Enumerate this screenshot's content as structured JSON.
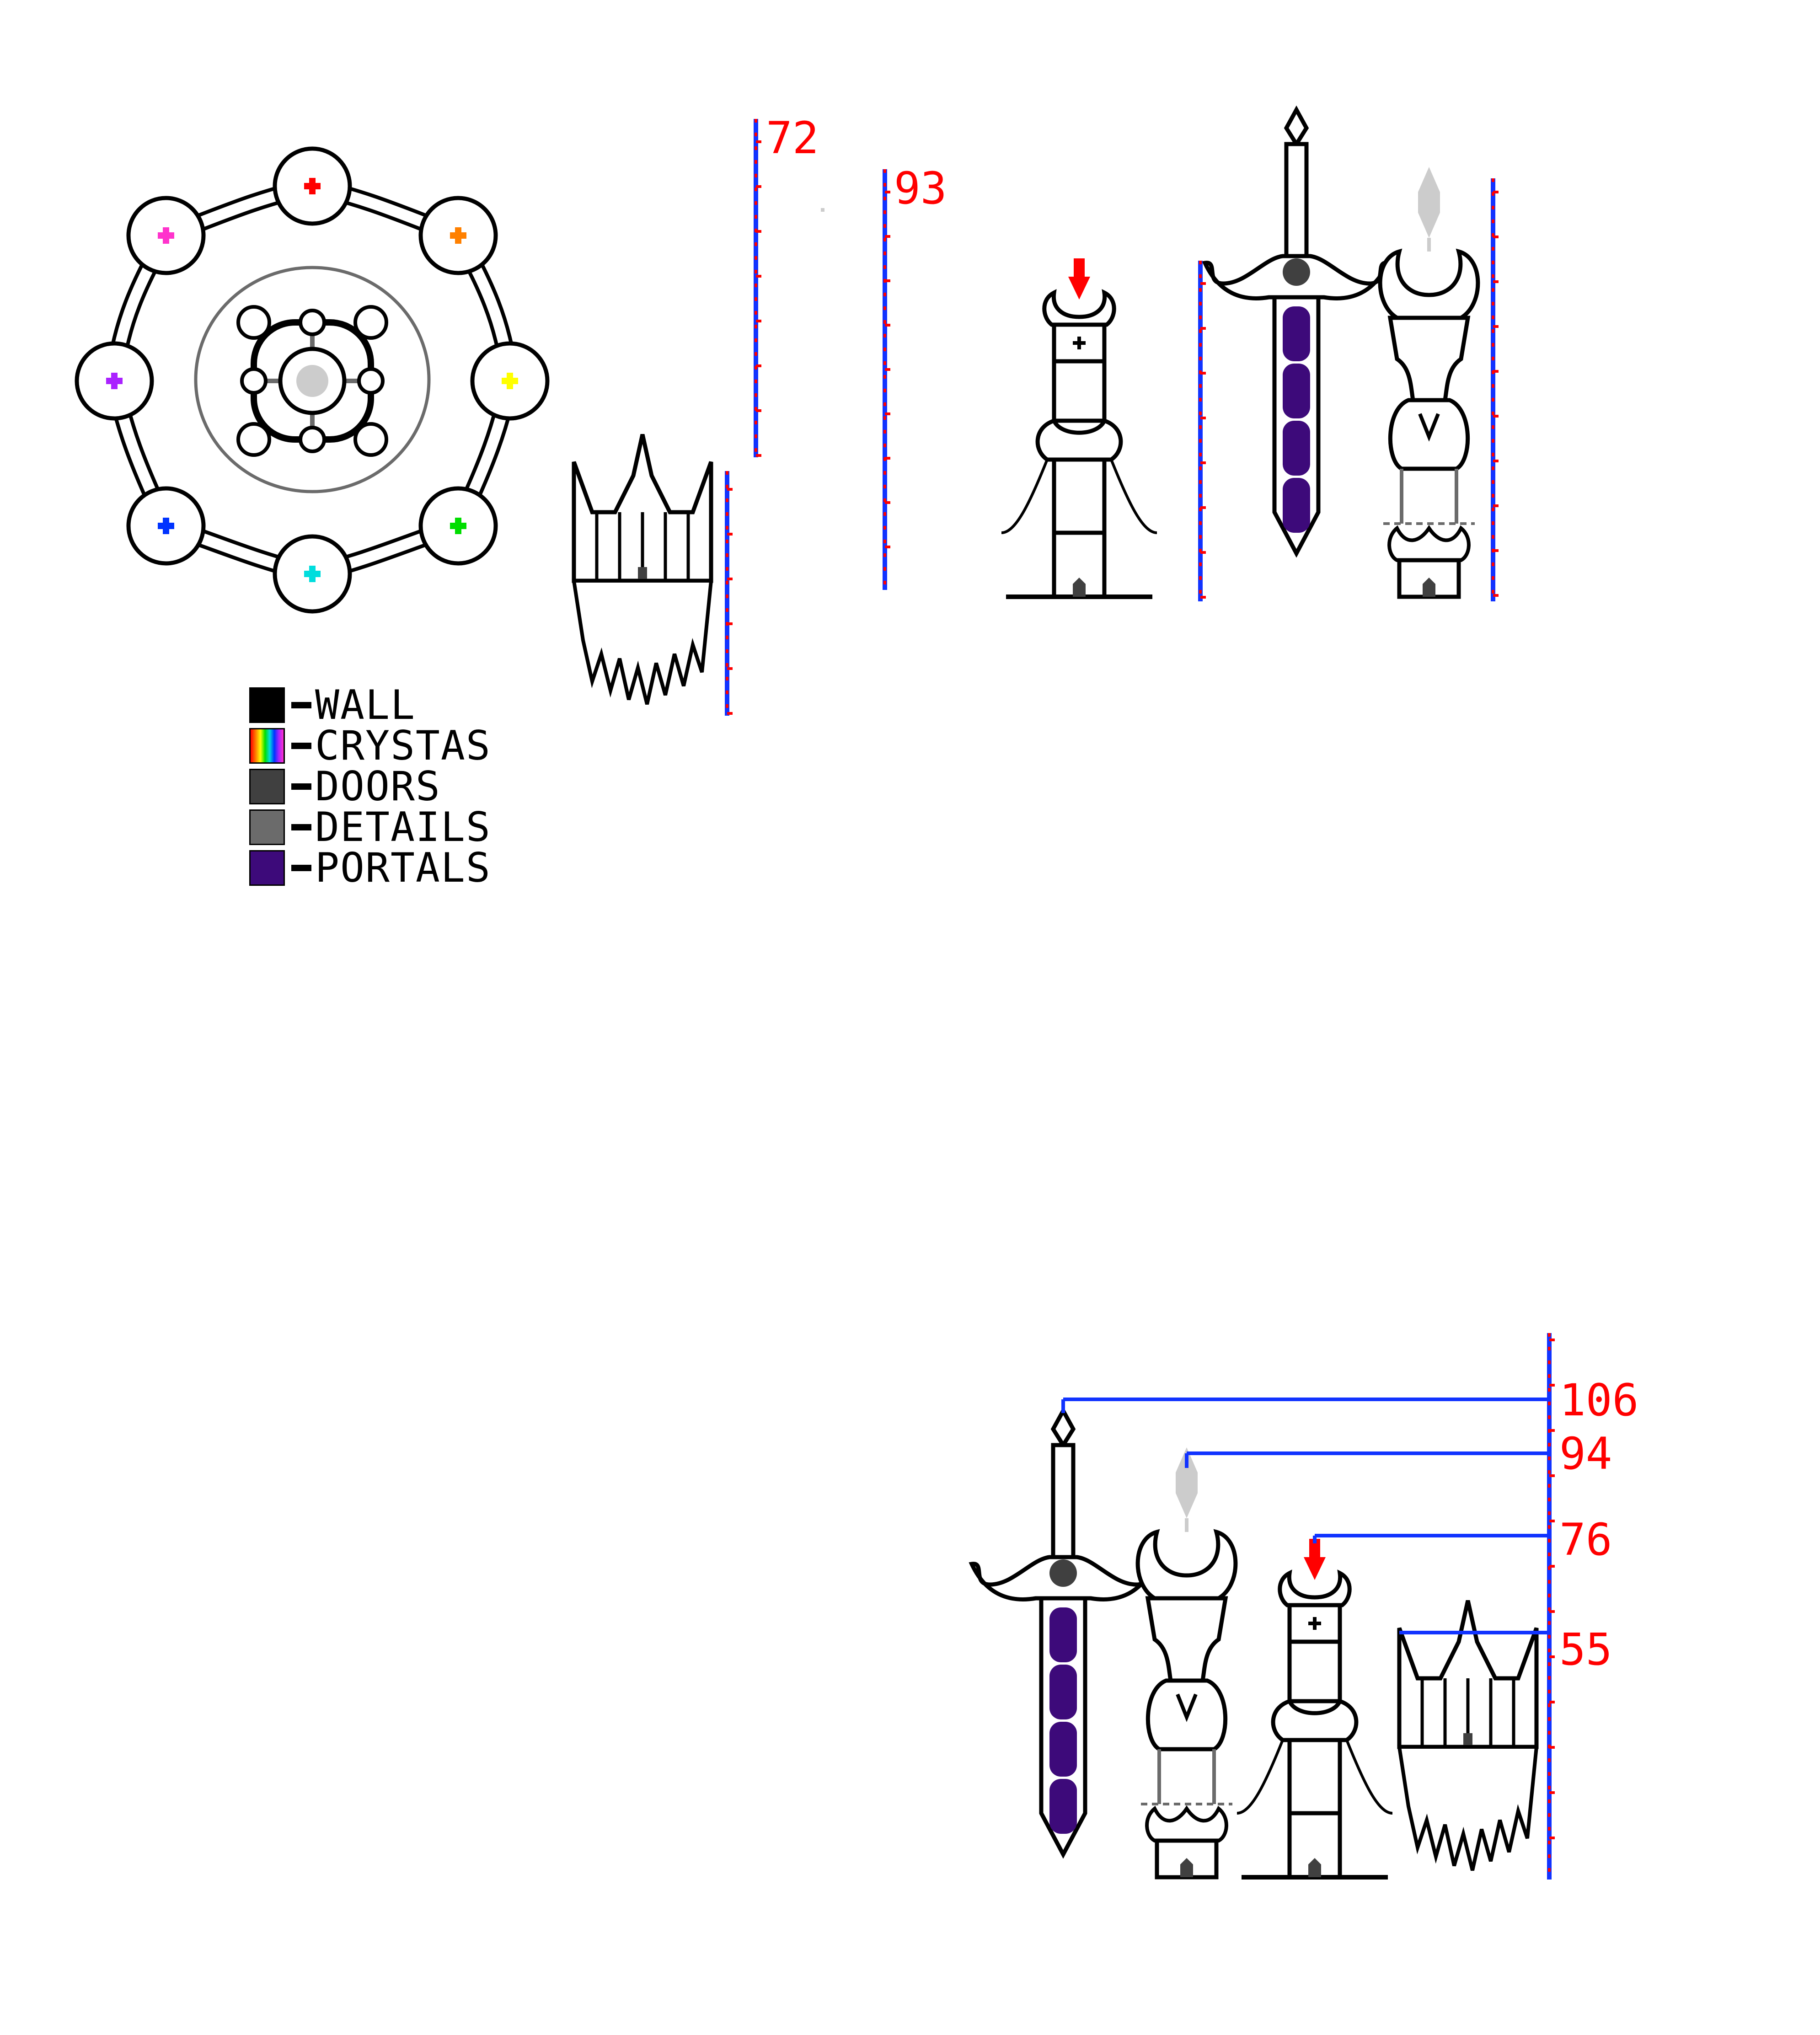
{
  "legend": [
    {
      "label": "WALL",
      "color": "#000000"
    },
    {
      "label": "CRYSTAS",
      "color": "rainbow"
    },
    {
      "label": "DOORS",
      "color": "#404040"
    },
    {
      "label": "DETAILS",
      "color": "#6b6b6b"
    },
    {
      "label": "PORTALS",
      "color": "#3d0a7a"
    }
  ],
  "crystal_colors": [
    "#ff0000",
    "#ff8000",
    "#ffff00",
    "#00dd00",
    "#00dddd",
    "#0033ff",
    "#aa22ff",
    "#ff33cc"
  ],
  "palette": {
    "portal": "#3d0a7a",
    "door": "#404040",
    "detail": "#6b6b6b",
    "light": "#cccccc",
    "ruler_blue": "#1133ff",
    "ruler_red": "#ff0000"
  },
  "rulers_top": [
    {
      "label": "72"
    },
    {
      "label": "93"
    }
  ],
  "height_comparison": {
    "labels": [
      "106",
      "94",
      "76",
      "55"
    ]
  }
}
